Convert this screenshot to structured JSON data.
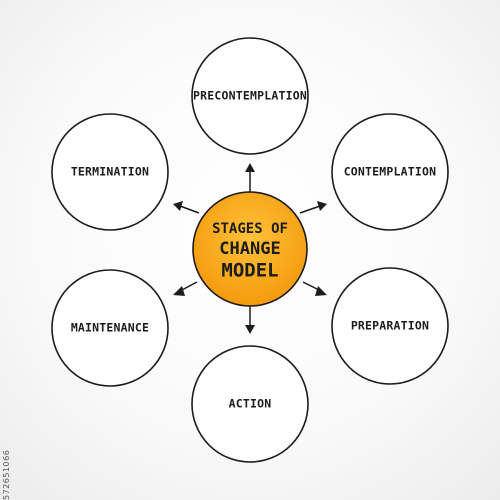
{
  "center": {
    "lines": [
      "STAGES OF",
      "CHANGE",
      "MODEL"
    ],
    "fill_top": "#ffc23a",
    "fill_bottom": "#f59a0c"
  },
  "stages": [
    {
      "label": "PRECONTEMPLATION"
    },
    {
      "label": "CONTEMPLATION"
    },
    {
      "label": "PREPARATION"
    },
    {
      "label": "ACTION"
    },
    {
      "label": "MAINTENANCE"
    },
    {
      "label": "TERMINATION"
    }
  ],
  "stock_id": "572651066"
}
